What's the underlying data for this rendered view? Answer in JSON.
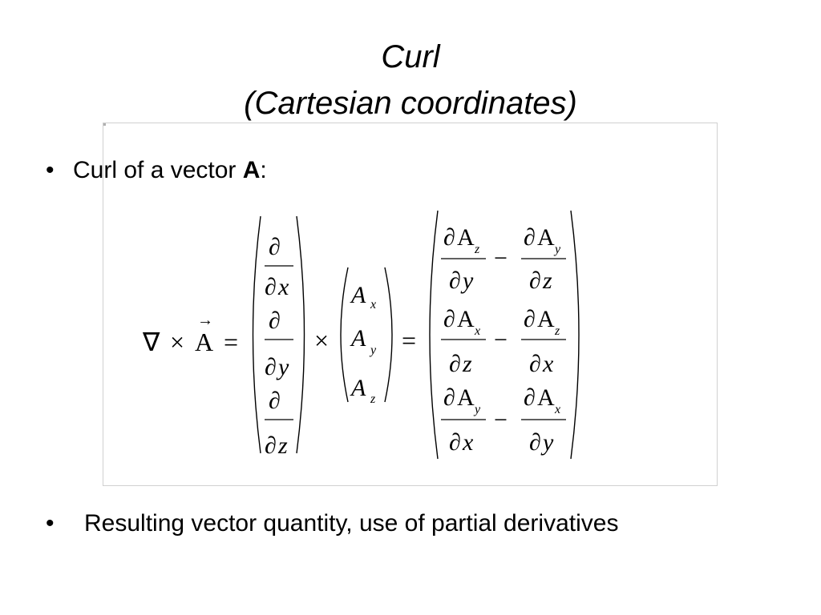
{
  "slide": {
    "title_line1": "Curl",
    "title_line2": "(Cartesian coordinates)"
  },
  "bullets": [
    {
      "marker": "•",
      "text_before": "Curl of a vector ",
      "text_bold": "A",
      "text_after": ":"
    },
    {
      "marker": "•",
      "text": "Resulting vector quantity, use of partial derivatives"
    }
  ],
  "equation": {
    "nabla": "∇",
    "times": "×",
    "equals": "=",
    "minus": "−",
    "partial": "∂",
    "vector_symbol": "A",
    "arrow": "→",
    "operator_column": [
      "x",
      "y",
      "z"
    ],
    "vector_column": [
      {
        "base": "A",
        "sub": "x"
      },
      {
        "base": "A",
        "sub": "y"
      },
      {
        "base": "A",
        "sub": "z"
      }
    ],
    "result_rows": [
      {
        "n1_base": "A",
        "n1_sub": "z",
        "d1": "y",
        "n2_base": "A",
        "n2_sub": "y",
        "d2": "z"
      },
      {
        "n1_base": "A",
        "n1_sub": "x",
        "d1": "z",
        "n2_base": "A",
        "n2_sub": "z",
        "d2": "x"
      },
      {
        "n1_base": "A",
        "n1_sub": "y",
        "d1": "x",
        "n2_base": "A",
        "n2_sub": "x",
        "d2": "y"
      }
    ]
  }
}
